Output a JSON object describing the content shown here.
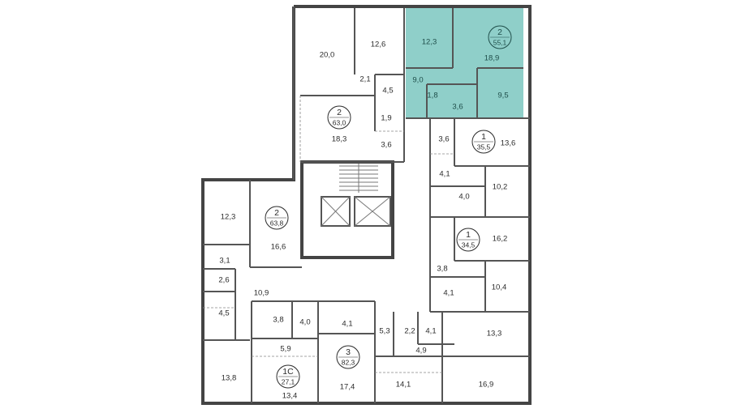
{
  "apartments": [
    {
      "id": "apt-top-right-2",
      "rooms": "2",
      "area": "55,1",
      "highlighted": true
    },
    {
      "id": "apt-top-center-2",
      "rooms": "2",
      "area": "63,0",
      "highlighted": false
    },
    {
      "id": "apt-right-1a",
      "rooms": "1",
      "area": "35,5",
      "highlighted": false
    },
    {
      "id": "apt-right-1b",
      "rooms": "1",
      "area": "34,5",
      "highlighted": false
    },
    {
      "id": "apt-left-2",
      "rooms": "2",
      "area": "63,8",
      "highlighted": false
    },
    {
      "id": "apt-bottom-3",
      "rooms": "3",
      "area": "82,3",
      "highlighted": false
    },
    {
      "id": "apt-bottom-1c",
      "rooms": "1С",
      "area": "27,1",
      "highlighted": false
    }
  ],
  "rooms": [
    "20,0",
    "12,6",
    "2,1",
    "4,5",
    "1,9",
    "18,3",
    "3,6",
    "12,3",
    "18,9",
    "9,0",
    "1,8",
    "3,6",
    "9,5",
    "3,6",
    "13,6",
    "4,1",
    "4,0",
    "10,2",
    "16,2",
    "3,8",
    "4,1",
    "10,4",
    "12,3",
    "16,6",
    "3,1",
    "2,6",
    "10,9",
    "4,5",
    "13,8",
    "3,8",
    "4,0",
    "5,9",
    "13,4",
    "4,1",
    "17,4",
    "5,3",
    "2,2",
    "4,1",
    "4,9",
    "14,1",
    "13,3",
    "16,9"
  ],
  "colors": {
    "highlight": "#8fcfc9",
    "highlight_text": "#1f4e4a",
    "wall": "#555555"
  }
}
